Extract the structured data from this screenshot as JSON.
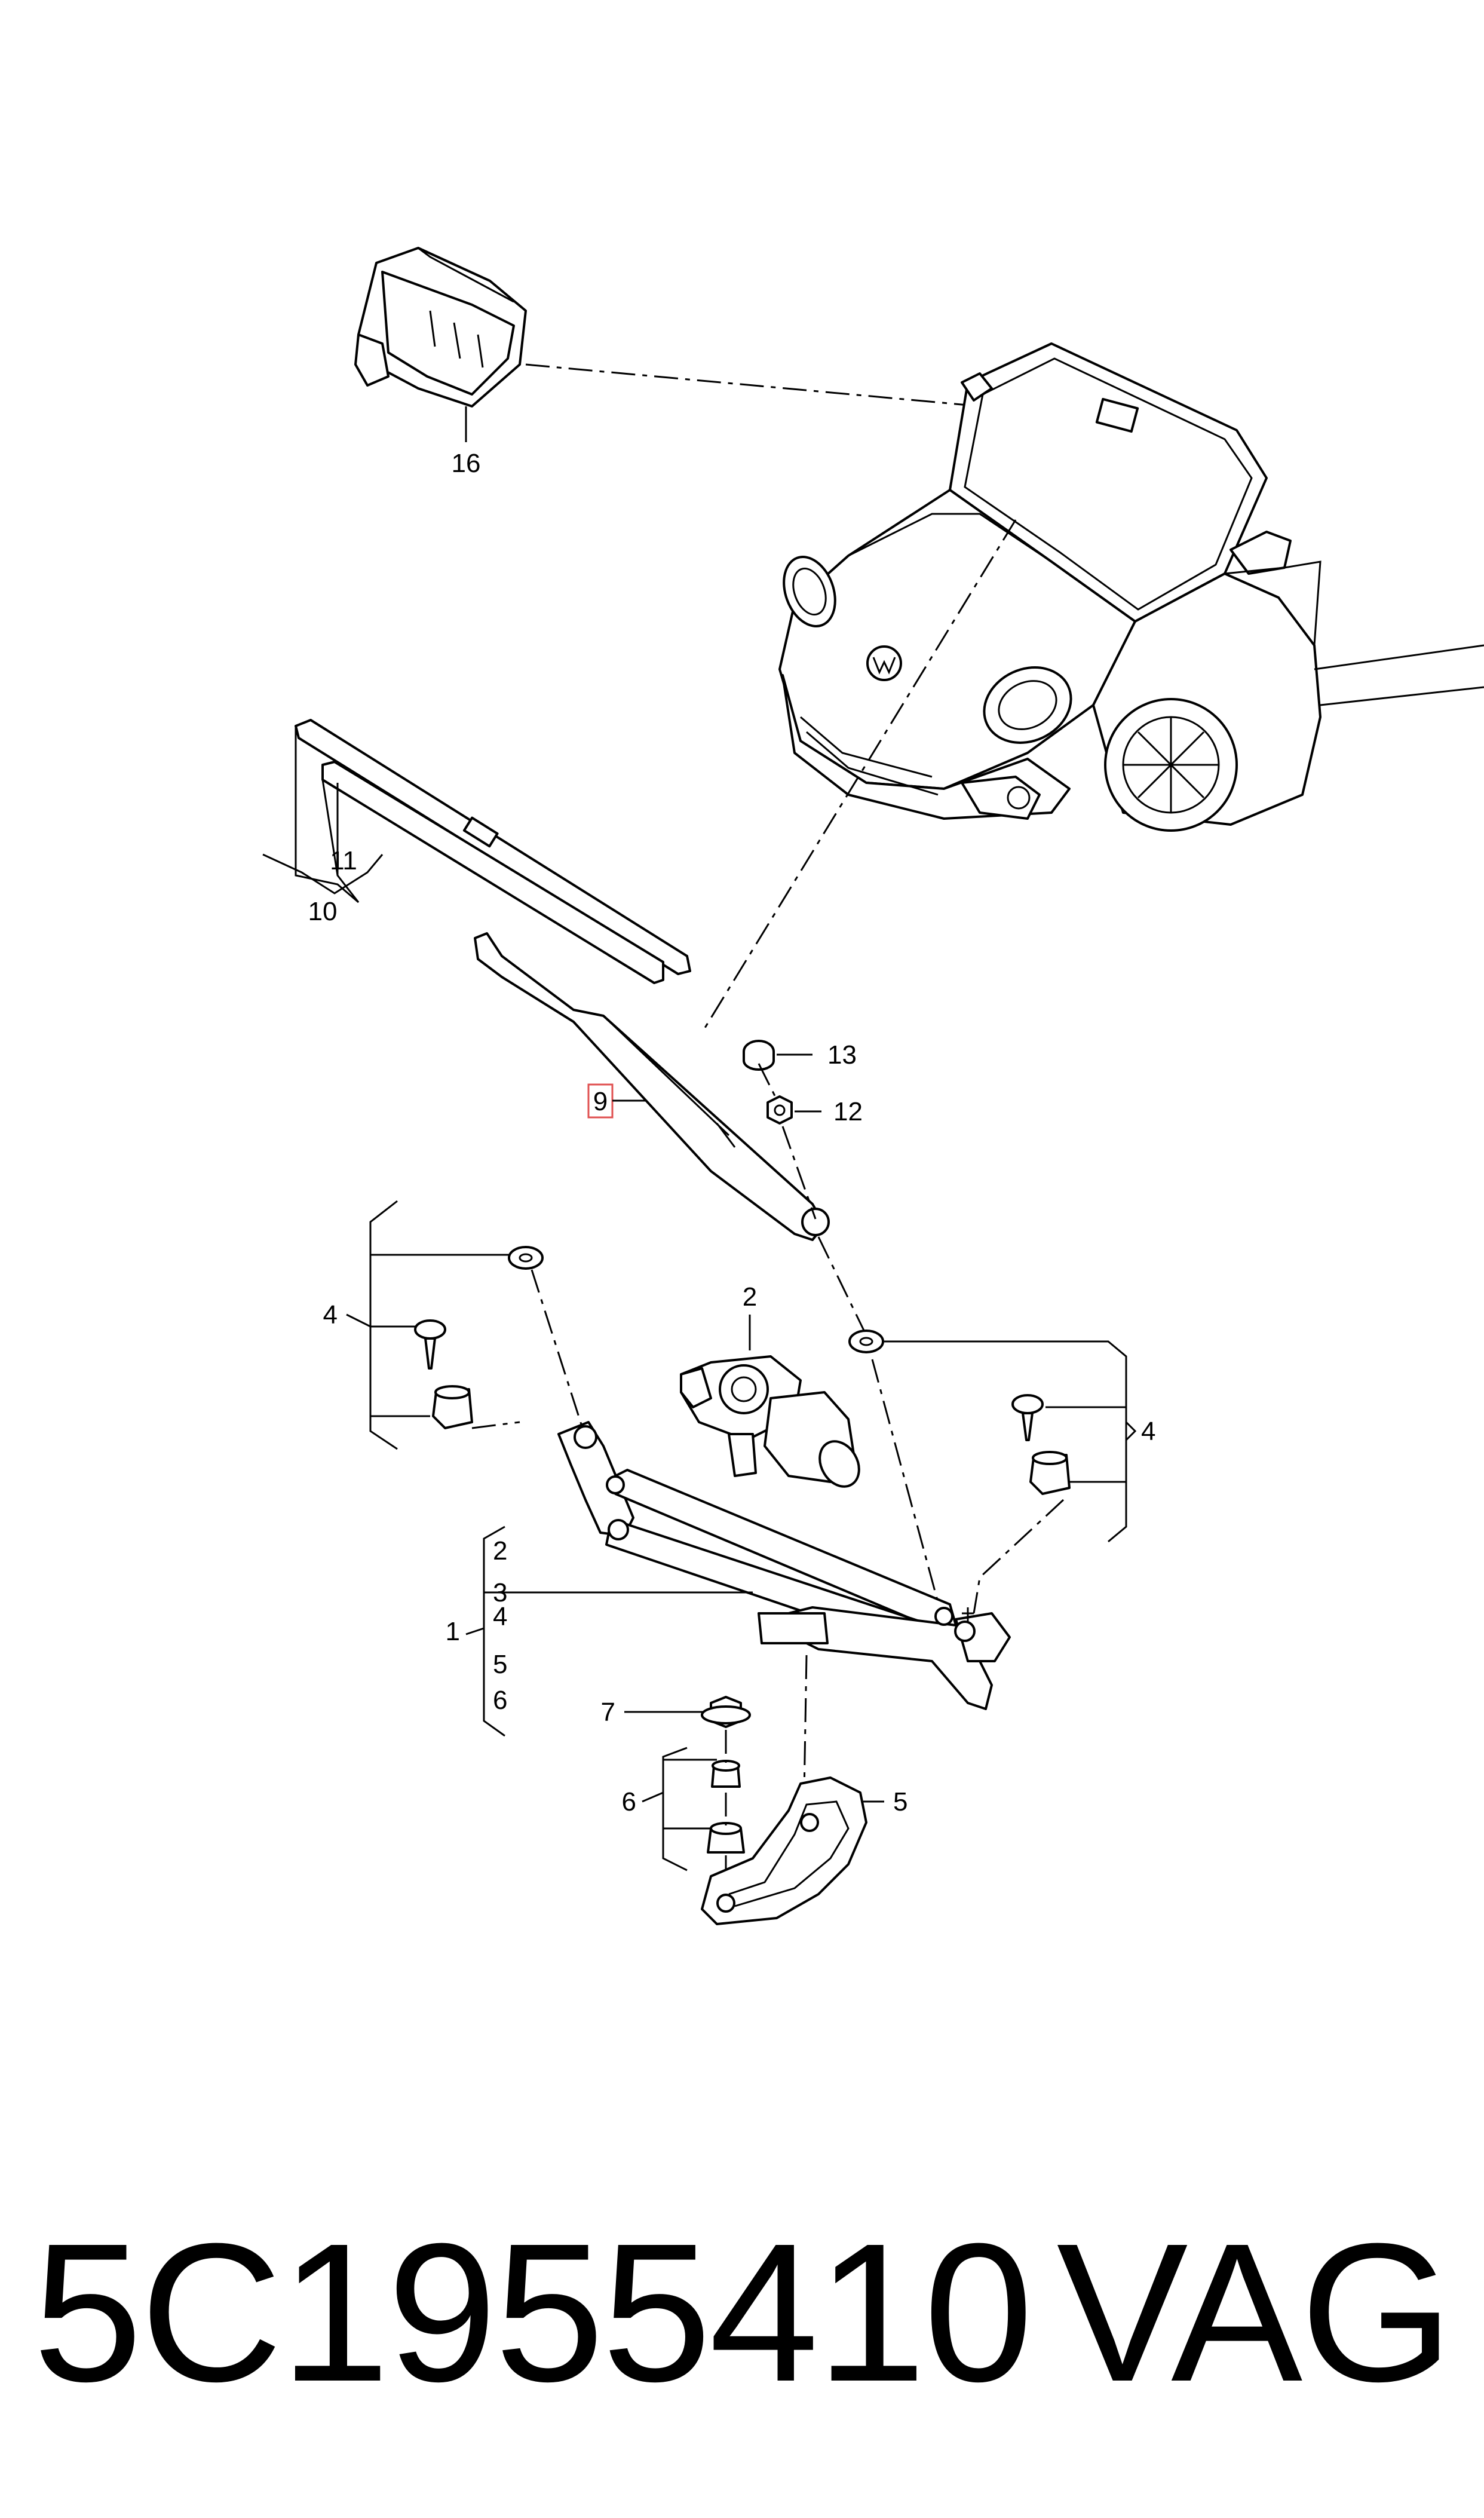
{
  "diagram": {
    "callouts": {
      "c16": "16",
      "c11": "11",
      "c10": "10",
      "c13": "13",
      "c12": "12",
      "c9": "9",
      "c2": "2",
      "c4_left": "4",
      "c4_right": "4",
      "bracket_2": "2",
      "bracket_3": "3",
      "bracket_1": "1",
      "bracket_4": "4",
      "bracket_5": "5",
      "bracket_6": "6",
      "c7": "7",
      "c6": "6",
      "c5": "5"
    },
    "highlight_color": "#e05050"
  },
  "footer": {
    "part_number": "5C1955410",
    "brand": "VAG"
  }
}
